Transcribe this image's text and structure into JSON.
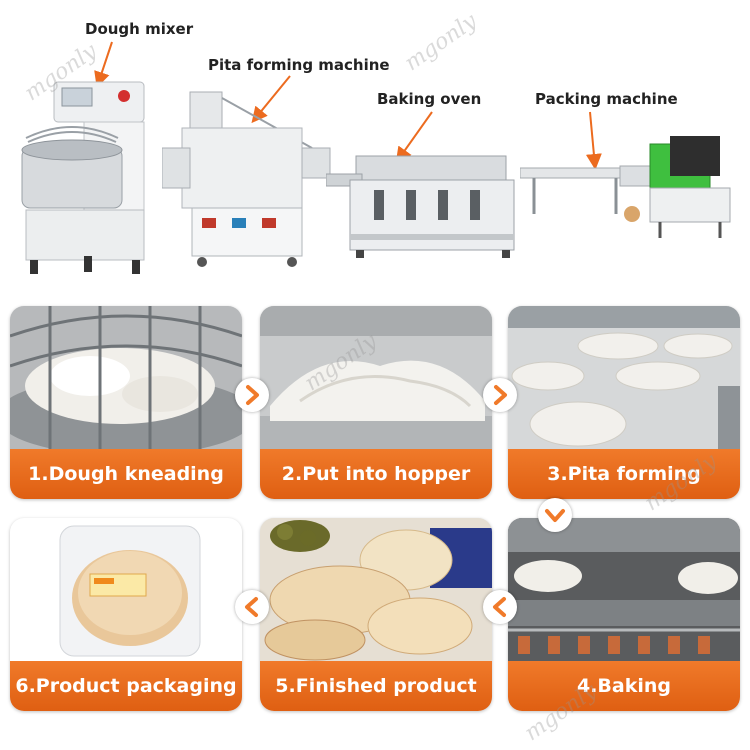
{
  "machines": {
    "dough_mixer": "Dough mixer",
    "pita_forming": "Pita forming machine",
    "baking_oven": "Baking oven",
    "packing": "Packing machine"
  },
  "steps": [
    {
      "label": "1.Dough kneading"
    },
    {
      "label": "2.Put into hopper"
    },
    {
      "label": "3.Pita forming"
    },
    {
      "label": "4.Baking"
    },
    {
      "label": "5.Finished product"
    },
    {
      "label": "6.Product packaging"
    }
  ],
  "watermark": "mgonly",
  "colors": {
    "accent": "#ec6b1f",
    "caption": "#e5661a",
    "arrow": "#f07a2a"
  }
}
